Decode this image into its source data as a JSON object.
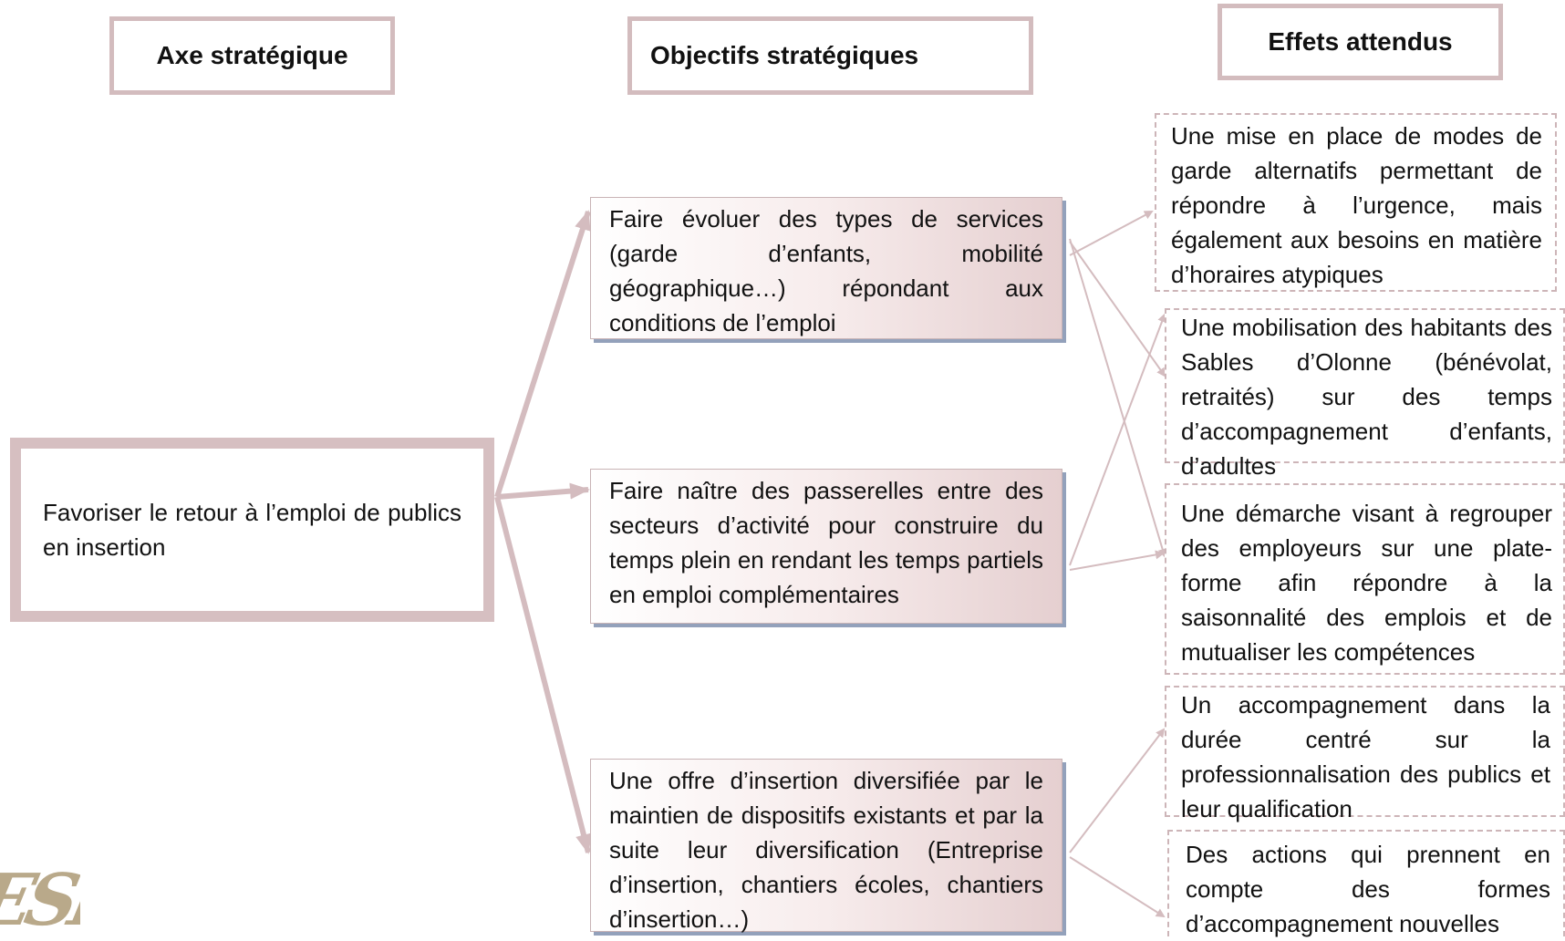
{
  "headers": {
    "axe": "Axe stratégique",
    "objectifs": "Objectifs stratégiques",
    "effets": "Effets attendus"
  },
  "axe": "Favoriser le retour à l’emploi de publics en insertion",
  "objectifs": [
    "Faire évoluer des types de services (garde d’enfants, mobilité géographique…) répondant aux conditions de l’emploi",
    "Faire naître des passerelles entre des secteurs d’activité pour construire du temps plein en rendant les temps partiels en emploi complémentaires",
    "Une offre d’insertion diversifiée par le maintien de dispositifs existants et par la suite leur diversification (Entreprise d’insertion, chantiers écoles, chantiers d’insertion…)"
  ],
  "effets": [
    "Une mise en place de modes de garde alternatifs permettant de répondre à l’urgence, mais également aux besoins en matière d’horaires atypiques",
    "Une mobilisation des habitants des Sables d’Olonne (bénévolat, retraités) sur des temps d’accompagnement d’enfants, d’adultes",
    "Une démarche visant à regrouper des employeurs sur une plate-forme afin répondre à la saisonnalité des emplois et de mutualiser les compétences",
    "Un accompagnement dans la durée centré sur la professionnalisation des publics et leur qualification",
    "Des actions qui prennent en compte des formes d’accompagnement nouvelles"
  ],
  "colors": {
    "border": "#d3bcbe",
    "arrow": "#d4bcbf",
    "shadow": "#93a1bb"
  },
  "logo_text": "ESE"
}
